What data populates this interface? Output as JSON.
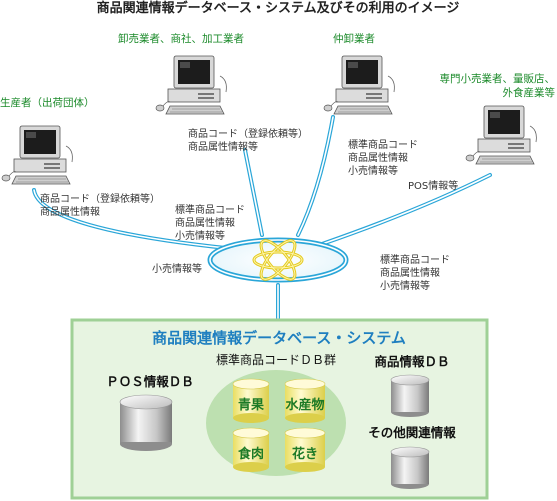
{
  "title": "商品関連情報データベース・システム及びその利用のイメージ",
  "terminals": {
    "producer": {
      "label": "生産者（出荷団体）",
      "info": [
        "商品コード（登録依頼等）",
        "商品属性情報"
      ]
    },
    "wholesaler": {
      "label": "卸売業者、商社、加工業者",
      "info": [
        "商品コード（登録依頼等）",
        "商品属性情報等"
      ]
    },
    "middle": {
      "label": "仲卸業者",
      "info": [
        "標準商品コード",
        "商品属性情報",
        "小売情報等"
      ]
    },
    "retailer": {
      "label_lines": [
        "専門小売業者、量販店、",
        "外食産業等"
      ],
      "info": [
        "POS情報等"
      ]
    }
  },
  "flows": {
    "left_center": [
      "標準商品コード",
      "商品属性情報",
      "小売情報等"
    ],
    "left_bottom": "小売情報等",
    "right_center": [
      "標準商品コード",
      "商品属性情報",
      "小売情報等"
    ]
  },
  "system": {
    "title": "商品関連情報データベース・システム",
    "pos_db": "ＰＯＳ情報ＤＢ",
    "standard_code_db": "標準商品コードＤＢ群",
    "product_info_db": "商品情報ＤＢ",
    "other_info": "その他関連情報",
    "categories": [
      "青果",
      "水産物",
      "食肉",
      "花き"
    ]
  },
  "colors": {
    "link_blue": "#2aa6d8",
    "link_light": "#bfe8f8",
    "hub_yellow": "#f5e14a",
    "system_fill": "#e7f4e1",
    "system_border": "#9fd096",
    "cluster_fill": "#bde0b0",
    "db_yellow": "#fbf6a5",
    "label_green": "#1b8a2a",
    "title_blue": "#1f7fc0"
  }
}
